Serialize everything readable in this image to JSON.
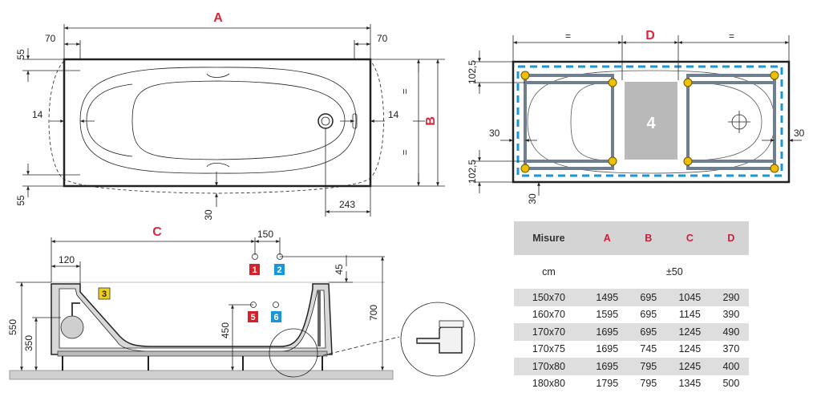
{
  "top_view": {
    "dimension_A": "A",
    "dimension_B": "B",
    "left_end_margin": "70",
    "right_end_margin": "70",
    "top_side_margin": "55",
    "bottom_side_margin": "55",
    "left_clearance": "14",
    "right_clearance": "14",
    "center_offset": "30",
    "drain_offset": "243",
    "equal_top": "=",
    "equal_bottom": "="
  },
  "frame_view": {
    "dimension_D": "D",
    "equal_left": "=",
    "equal_right": "=",
    "top_foot_spacing": "102,5",
    "bottom_foot_spacing": "102,5",
    "left_inset": "30",
    "right_inset": "30",
    "bottom_inset": "30",
    "panel_number": "4"
  },
  "side_view": {
    "dimension_C": "C",
    "tap_spacing": "150",
    "waste_offset": "120",
    "tap_height_offset": "45",
    "total_height_a": "550",
    "inner_height": "350",
    "outlet_height": "450",
    "wall_height": "700",
    "markers": [
      {
        "id": "1",
        "color": "#d6202a"
      },
      {
        "id": "2",
        "color": "#1a96d4"
      },
      {
        "id": "3",
        "color": "#f0cf1c"
      },
      {
        "id": "5",
        "color": "#d6202a"
      },
      {
        "id": "6",
        "color": "#1a96d4"
      }
    ]
  },
  "colors": {
    "dimension_letter": "#d7263d",
    "frame_dash": "#1a96d4",
    "foot_pad": "#f0c000",
    "panel": "#b9b9b9",
    "floor": "#d0d0d0"
  },
  "spec_table": {
    "headers": [
      "Misure",
      "A",
      "B",
      "C",
      "D"
    ],
    "units_label": "cm",
    "tolerance": "±50",
    "rows": [
      [
        "150x70",
        "1495",
        "695",
        "1045",
        "290"
      ],
      [
        "160x70",
        "1595",
        "695",
        "1145",
        "390"
      ],
      [
        "170x70",
        "1695",
        "695",
        "1245",
        "490"
      ],
      [
        "170x75",
        "1695",
        "745",
        "1245",
        "370"
      ],
      [
        "170x80",
        "1695",
        "795",
        "1245",
        "400"
      ],
      [
        "180x80",
        "1795",
        "795",
        "1345",
        "500"
      ]
    ]
  }
}
